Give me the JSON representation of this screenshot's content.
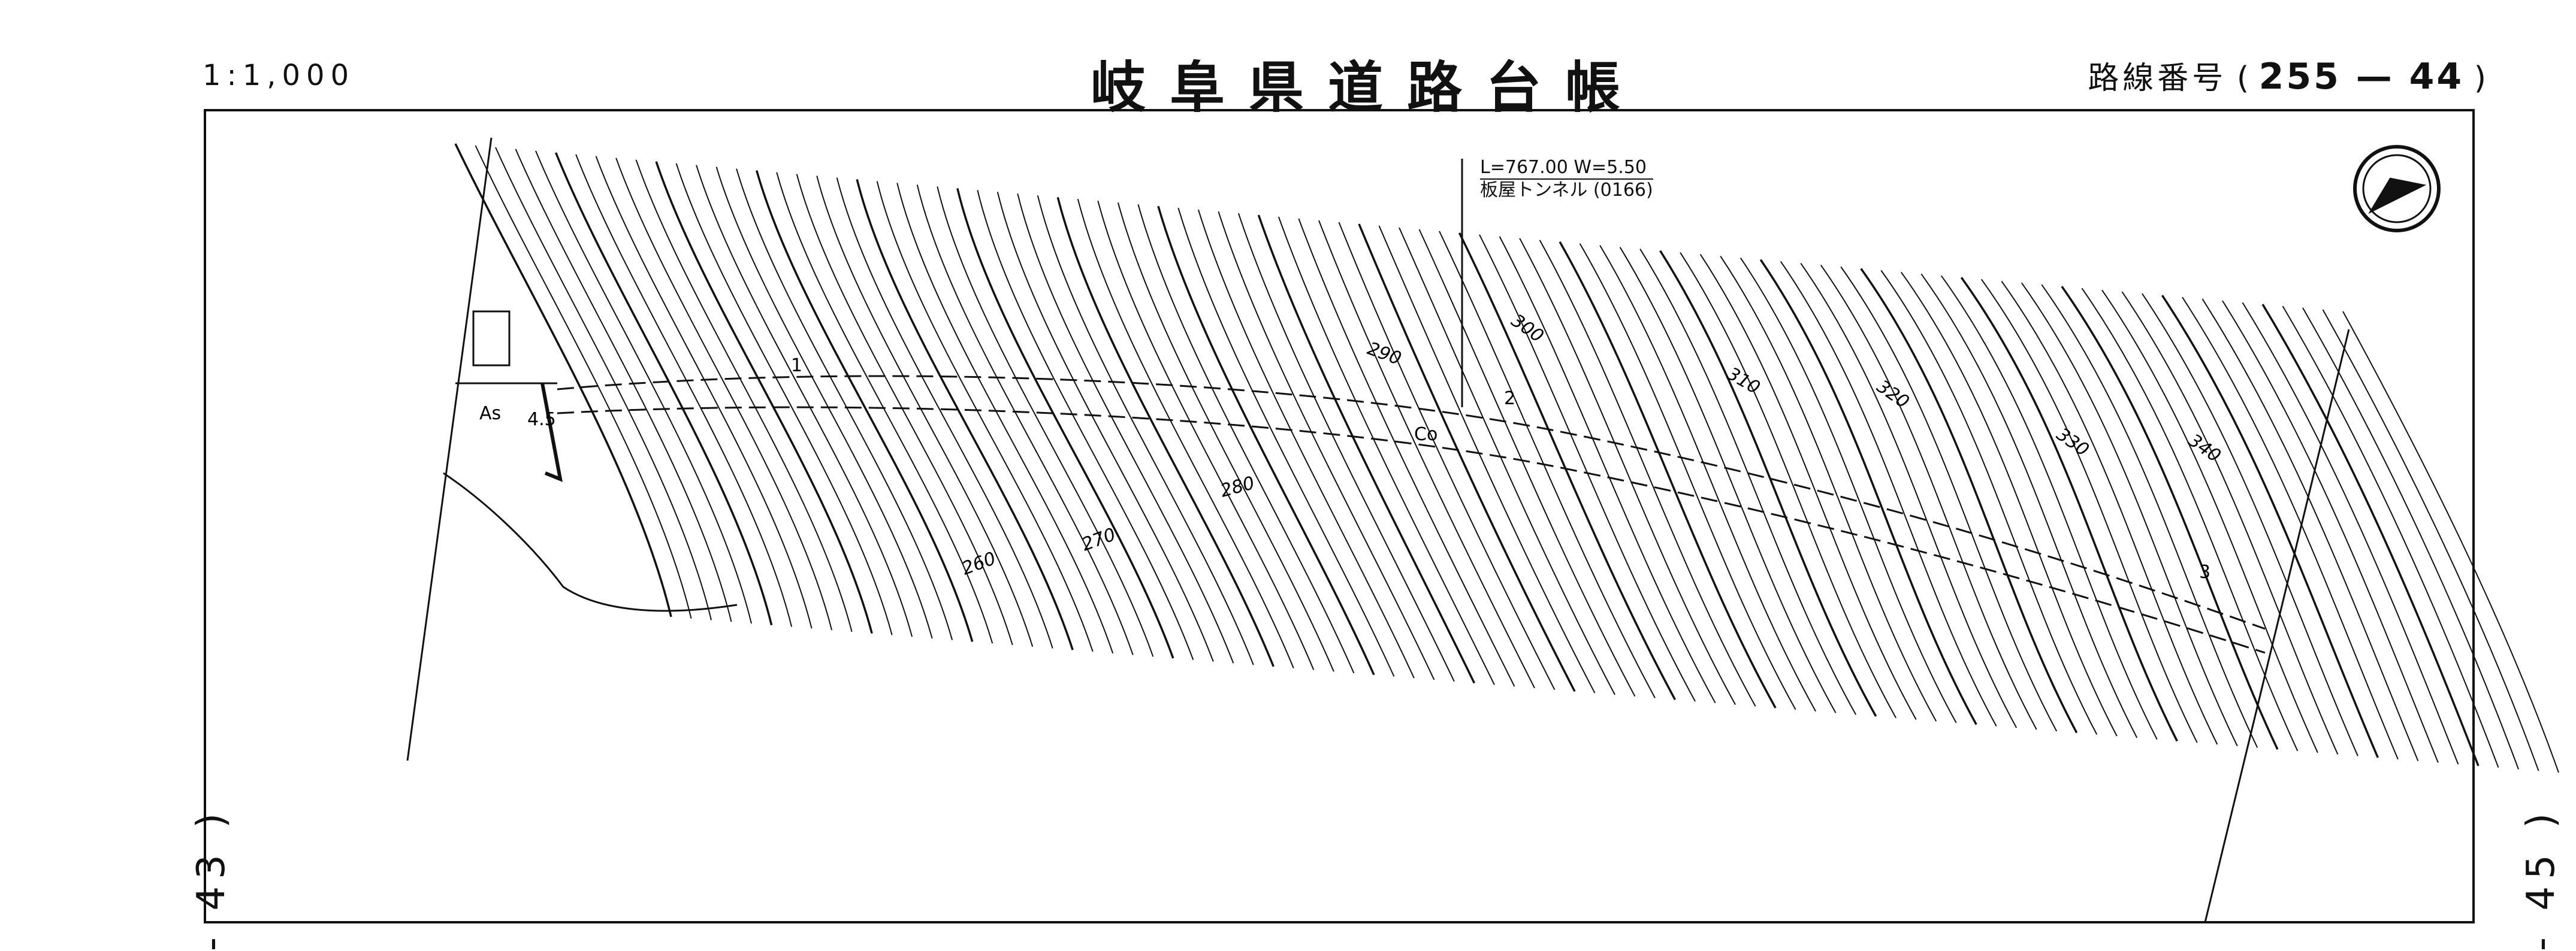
{
  "header": {
    "scale": "1:1,000",
    "title": "岐阜県道路台帳",
    "route_label": "路線番号",
    "route_number": "255 — 44",
    "route_open": "(",
    "route_close": ")"
  },
  "side_labels": {
    "left": "- 43 )",
    "right": "- 45 )"
  },
  "tunnel": {
    "dimensions": "L=767.00  W=5.50",
    "name": "板屋トンネル (0166)"
  },
  "contours": [
    "260",
    "270",
    "280",
    "290",
    "300",
    "310",
    "320",
    "330",
    "340"
  ],
  "stations": [
    "1",
    "2",
    "3"
  ],
  "surface_labels": {
    "asphalt": "As",
    "concrete": "Co",
    "slope": "4.5"
  },
  "icons": {
    "north_arrow": "north-arrow-icon"
  },
  "colors": {
    "ink": "#111111",
    "paper": "#ffffff"
  }
}
